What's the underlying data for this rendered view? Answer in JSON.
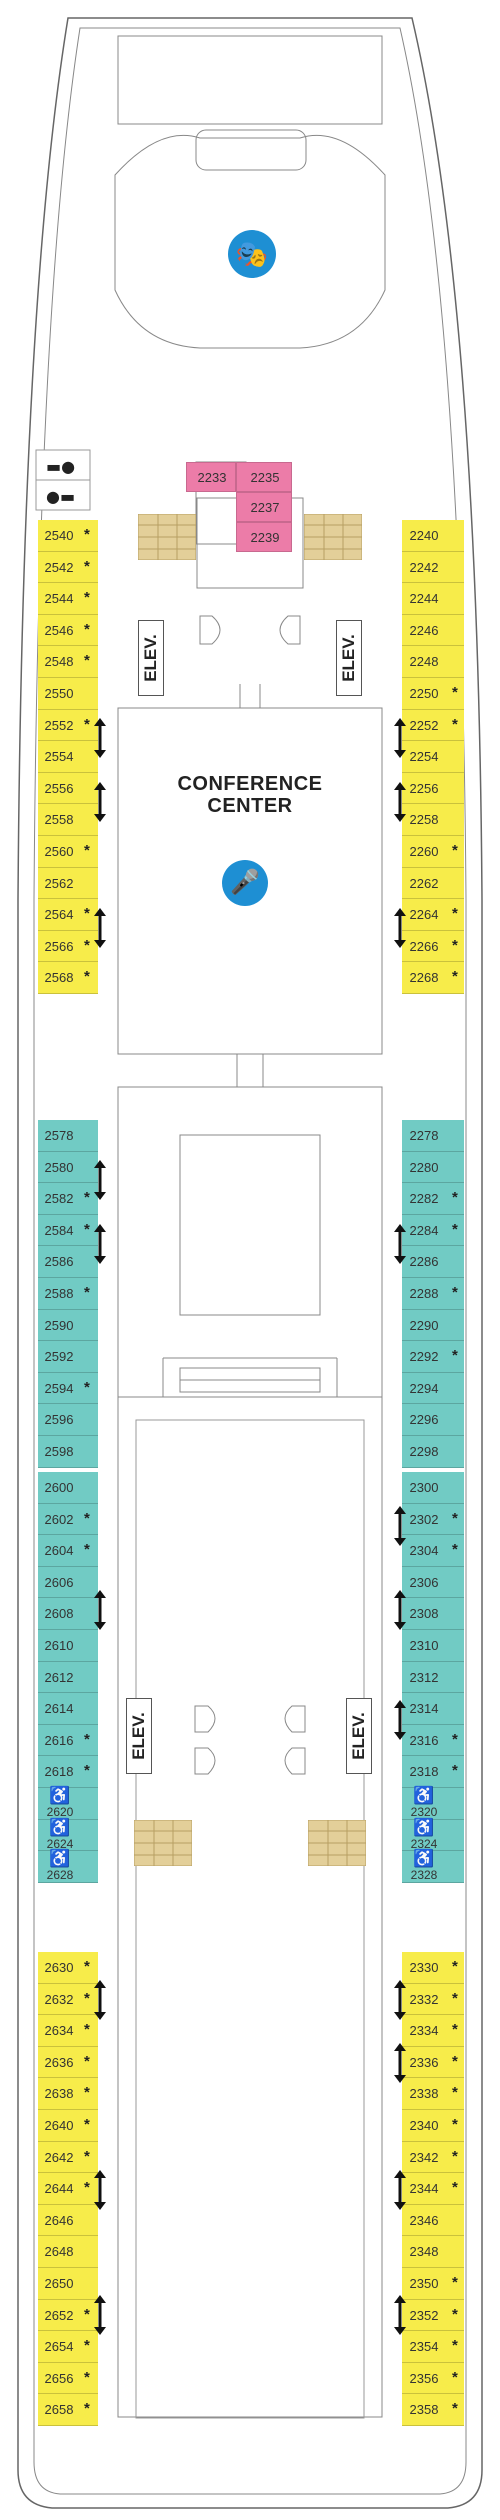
{
  "conference_center": {
    "line1": "CONFERENCE",
    "line2": "CENTER"
  },
  "elevator_label": "ELEV.",
  "colors": {
    "standard": "#f7ec4a",
    "balcony": "#71cbc4",
    "suite": "#ec7ca8",
    "stairs": "#e3cf99",
    "icon_blue": "#1e8fd3"
  },
  "pink_cabins": [
    "2233",
    "2235",
    "2237",
    "2239"
  ],
  "left_yellow_fwd": [
    {
      "n": "2540",
      "s": true
    },
    {
      "n": "2542",
      "s": true
    },
    {
      "n": "2544",
      "s": true
    },
    {
      "n": "2546",
      "s": true
    },
    {
      "n": "2548",
      "s": true
    },
    {
      "n": "2550",
      "s": false
    },
    {
      "n": "2552",
      "s": true
    },
    {
      "n": "2554",
      "s": false
    },
    {
      "n": "2556",
      "s": false
    },
    {
      "n": "2558",
      "s": false
    },
    {
      "n": "2560",
      "s": true
    },
    {
      "n": "2562",
      "s": false
    },
    {
      "n": "2564",
      "s": true
    },
    {
      "n": "2566",
      "s": true
    },
    {
      "n": "2568",
      "s": true
    }
  ],
  "right_yellow_fwd": [
    {
      "n": "2240",
      "s": false
    },
    {
      "n": "2242",
      "s": false
    },
    {
      "n": "2244",
      "s": false
    },
    {
      "n": "2246",
      "s": false
    },
    {
      "n": "2248",
      "s": false
    },
    {
      "n": "2250",
      "s": true
    },
    {
      "n": "2252",
      "s": true
    },
    {
      "n": "2254",
      "s": false
    },
    {
      "n": "2256",
      "s": false
    },
    {
      "n": "2258",
      "s": false
    },
    {
      "n": "2260",
      "s": true
    },
    {
      "n": "2262",
      "s": false
    },
    {
      "n": "2264",
      "s": true
    },
    {
      "n": "2266",
      "s": true
    },
    {
      "n": "2268",
      "s": true
    }
  ],
  "left_teal_1": [
    {
      "n": "2578",
      "s": false
    },
    {
      "n": "2580",
      "s": false
    },
    {
      "n": "2582",
      "s": true
    },
    {
      "n": "2584",
      "s": true
    },
    {
      "n": "2586",
      "s": false
    },
    {
      "n": "2588",
      "s": true
    },
    {
      "n": "2590",
      "s": false
    },
    {
      "n": "2592",
      "s": false
    },
    {
      "n": "2594",
      "s": true
    },
    {
      "n": "2596",
      "s": false
    },
    {
      "n": "2598",
      "s": false
    }
  ],
  "right_teal_1": [
    {
      "n": "2278",
      "s": false
    },
    {
      "n": "2280",
      "s": false
    },
    {
      "n": "2282",
      "s": true
    },
    {
      "n": "2284",
      "s": true
    },
    {
      "n": "2286",
      "s": false
    },
    {
      "n": "2288",
      "s": true
    },
    {
      "n": "2290",
      "s": false
    },
    {
      "n": "2292",
      "s": true
    },
    {
      "n": "2294",
      "s": false
    },
    {
      "n": "2296",
      "s": false
    },
    {
      "n": "2298",
      "s": false
    }
  ],
  "left_teal_2": [
    {
      "n": "2600",
      "s": false
    },
    {
      "n": "2602",
      "s": true
    },
    {
      "n": "2604",
      "s": true
    },
    {
      "n": "2606",
      "s": false
    },
    {
      "n": "2608",
      "s": false
    },
    {
      "n": "2610",
      "s": false
    },
    {
      "n": "2612",
      "s": false
    },
    {
      "n": "2614",
      "s": false
    },
    {
      "n": "2616",
      "s": true
    },
    {
      "n": "2618",
      "s": true
    },
    {
      "n": "2620",
      "s": false,
      "a": true
    },
    {
      "n": "2624",
      "s": false,
      "a": true
    },
    {
      "n": "2628",
      "s": false,
      "a": true
    }
  ],
  "right_teal_2": [
    {
      "n": "2300",
      "s": false
    },
    {
      "n": "2302",
      "s": true
    },
    {
      "n": "2304",
      "s": true
    },
    {
      "n": "2306",
      "s": false
    },
    {
      "n": "2308",
      "s": false
    },
    {
      "n": "2310",
      "s": false
    },
    {
      "n": "2312",
      "s": false
    },
    {
      "n": "2314",
      "s": false
    },
    {
      "n": "2316",
      "s": true
    },
    {
      "n": "2318",
      "s": true
    },
    {
      "n": "2320",
      "s": false,
      "a": true
    },
    {
      "n": "2324",
      "s": false,
      "a": true
    },
    {
      "n": "2328",
      "s": false,
      "a": true
    }
  ],
  "left_yellow_aft": [
    {
      "n": "2630",
      "s": true
    },
    {
      "n": "2632",
      "s": true
    },
    {
      "n": "2634",
      "s": true
    },
    {
      "n": "2636",
      "s": true
    },
    {
      "n": "2638",
      "s": true
    },
    {
      "n": "2640",
      "s": true
    },
    {
      "n": "2642",
      "s": true
    },
    {
      "n": "2644",
      "s": true
    },
    {
      "n": "2646",
      "s": false
    },
    {
      "n": "2648",
      "s": false
    },
    {
      "n": "2650",
      "s": false
    },
    {
      "n": "2652",
      "s": true
    },
    {
      "n": "2654",
      "s": true
    },
    {
      "n": "2656",
      "s": true
    },
    {
      "n": "2658",
      "s": true
    }
  ],
  "right_yellow_aft": [
    {
      "n": "2330",
      "s": true
    },
    {
      "n": "2332",
      "s": true
    },
    {
      "n": "2334",
      "s": true
    },
    {
      "n": "2336",
      "s": true
    },
    {
      "n": "2338",
      "s": true
    },
    {
      "n": "2340",
      "s": true
    },
    {
      "n": "2342",
      "s": true
    },
    {
      "n": "2344",
      "s": true
    },
    {
      "n": "2346",
      "s": false
    },
    {
      "n": "2348",
      "s": false
    },
    {
      "n": "2350",
      "s": true
    },
    {
      "n": "2352",
      "s": true
    },
    {
      "n": "2354",
      "s": true
    },
    {
      "n": "2356",
      "s": true
    },
    {
      "n": "2358",
      "s": true
    }
  ],
  "symbols": {
    "star": "*",
    "accessible": "♿"
  }
}
